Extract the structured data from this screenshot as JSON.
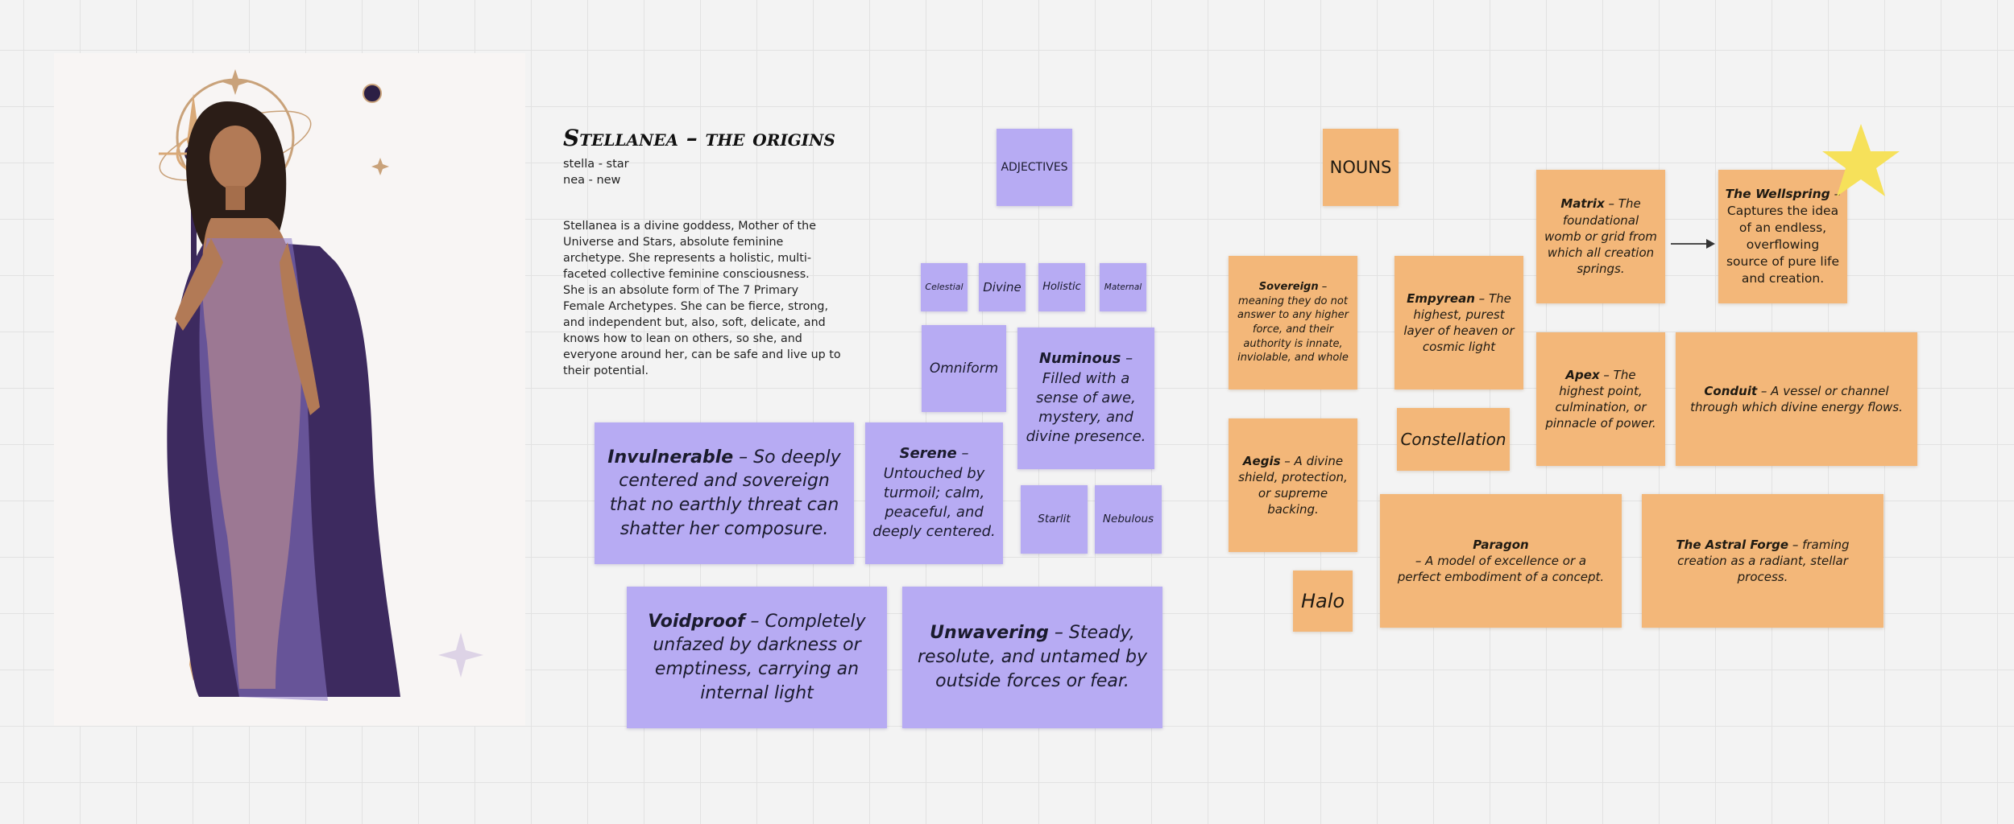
{
  "title": "Stellanea – the origins",
  "etymology": [
    "stella - star",
    "nea - new"
  ],
  "bio": [
    "Stellanea is a divine goddess, Mother of the Universe and Stars, absolute feminine archetype. She represents a holistic, multi-faceted collective feminine consciousness.",
    "She is an absolute form of The 7 Primary Female Archetypes. She can be fierce, strong, and independent but, also, soft, delicate, and knows how to lean on others, so she, and everyone around her, can be safe and live up to their potential."
  ],
  "colors": {
    "adjective_note": "#b7abf3",
    "noun_note": "#f3b779",
    "star": "#f6e15a"
  },
  "adjectives": {
    "header": "ADJECTIVES",
    "celestial": "Celestial",
    "divine": "Divine",
    "holistic": "Holistic",
    "maternal": "Maternal",
    "omniform": "Omniform",
    "numinous": {
      "term": "Numinous",
      "def": " – Filled with a sense of awe, mystery, and divine presence."
    },
    "invulnerable": {
      "term": "Invulnerable",
      "def": " – So deeply centered and sovereign that no earthly threat can shatter her composure."
    },
    "serene": {
      "term": "Serene",
      "def": " – Untouched by turmoil; calm, peaceful, and deeply centered."
    },
    "starlit": "Starlit",
    "nebulous": "Nebulous",
    "voidproof": {
      "term": "Voidproof",
      "def": " – Completely unfazed by darkness or emptiness, carrying an internal light"
    },
    "unwavering": {
      "term": "Unwavering",
      "def": " – Steady, resolute, and untamed by outside forces or fear."
    }
  },
  "nouns": {
    "header": "NOUNS",
    "sovereign": {
      "term": "Sovereign",
      "def": " – meaning they do not answer to any higher force, and their authority is innate, inviolable, and whole"
    },
    "empyrean": {
      "term": "Empyrean",
      "def": " – The highest, purest layer of heaven or cosmic light"
    },
    "matrix": {
      "term": "Matrix",
      "def": " – The foundational womb or grid from which all creation springs."
    },
    "wellspring": {
      "term": "The Wellspring",
      "def": " – Captures the idea of an endless, overflowing source of pure life and creation."
    },
    "apex": {
      "term": "Apex",
      "def": " – The highest point, culmination, or pinnacle of power."
    },
    "conduit": {
      "term": "Conduit",
      "def": " – A vessel or channel through which divine energy flows."
    },
    "aegis": {
      "term": "Aegis",
      "def": " – A divine shield, protection, or supreme backing."
    },
    "constellation": "Constellation",
    "paragon": {
      "term": "Paragon",
      "def": " – A model of excellence or a perfect embodiment of a concept."
    },
    "astral_forge": {
      "term": "The Astral Forge",
      "def": " –  framing creation as a radiant, stellar process."
    },
    "halo": "Halo"
  }
}
